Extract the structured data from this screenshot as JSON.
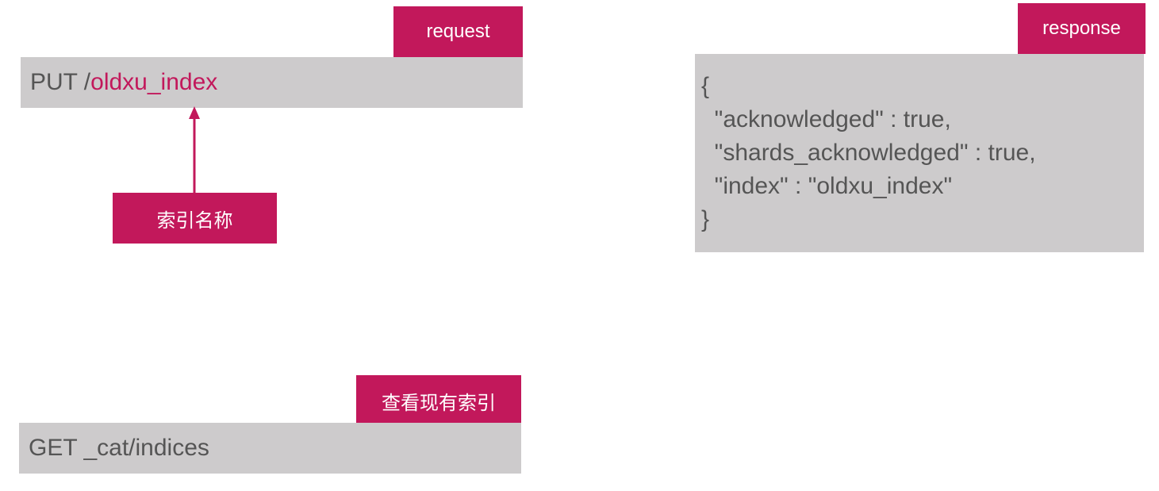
{
  "request": {
    "tag_label": "request",
    "method": "PUT /",
    "index_name": "oldxu_index",
    "annotation_label": "索引名称"
  },
  "response": {
    "tag_label": "response",
    "lines": [
      "{",
      "  \"acknowledged\" : true,",
      "  \"shards_acknowledged\" : true,",
      "  \"index\" : \"oldxu_index\"",
      "}"
    ]
  },
  "list_indices": {
    "tag_label": "查看现有索引",
    "command": "GET _cat/indices"
  },
  "colors": {
    "accent": "#c2185b",
    "box_background": "#cdcbcc",
    "text": "#555555"
  }
}
